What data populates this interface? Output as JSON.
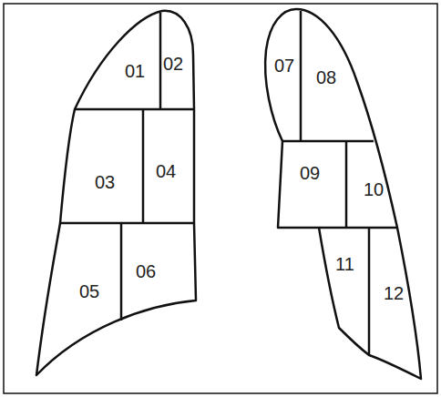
{
  "diagram": {
    "labels": [
      "01",
      "02",
      "03",
      "04",
      "05",
      "06",
      "07",
      "08",
      "09",
      "10",
      "11",
      "12"
    ]
  }
}
